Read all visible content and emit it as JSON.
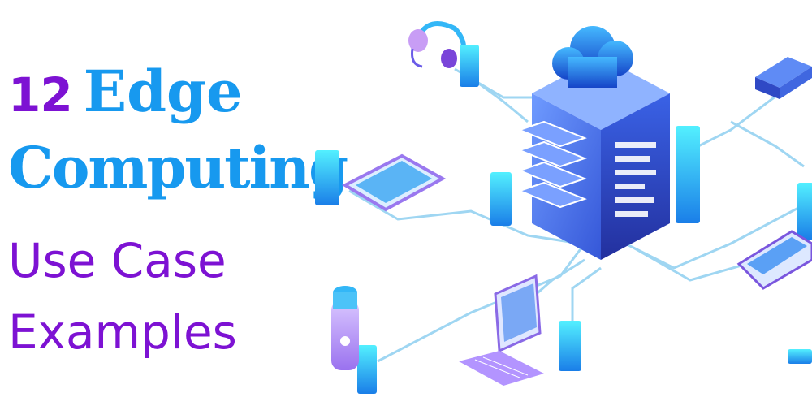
{
  "title": {
    "number": "12",
    "edge": "Edge",
    "computing": "Computing",
    "use_case": "Use Case",
    "examples": "Examples"
  },
  "colors": {
    "purple": "#7d12d3",
    "blue": "#1799ef",
    "server": "#4d7bf0",
    "cyan": "#22d6f5",
    "line": "#9fd6f2"
  },
  "icons": [
    "cloud-server-icon",
    "headset-icon",
    "tablet-icon",
    "laptop-icon",
    "smartphone-icon",
    "hard-drive-icon",
    "speaker-icon",
    "data-block-icon"
  ]
}
